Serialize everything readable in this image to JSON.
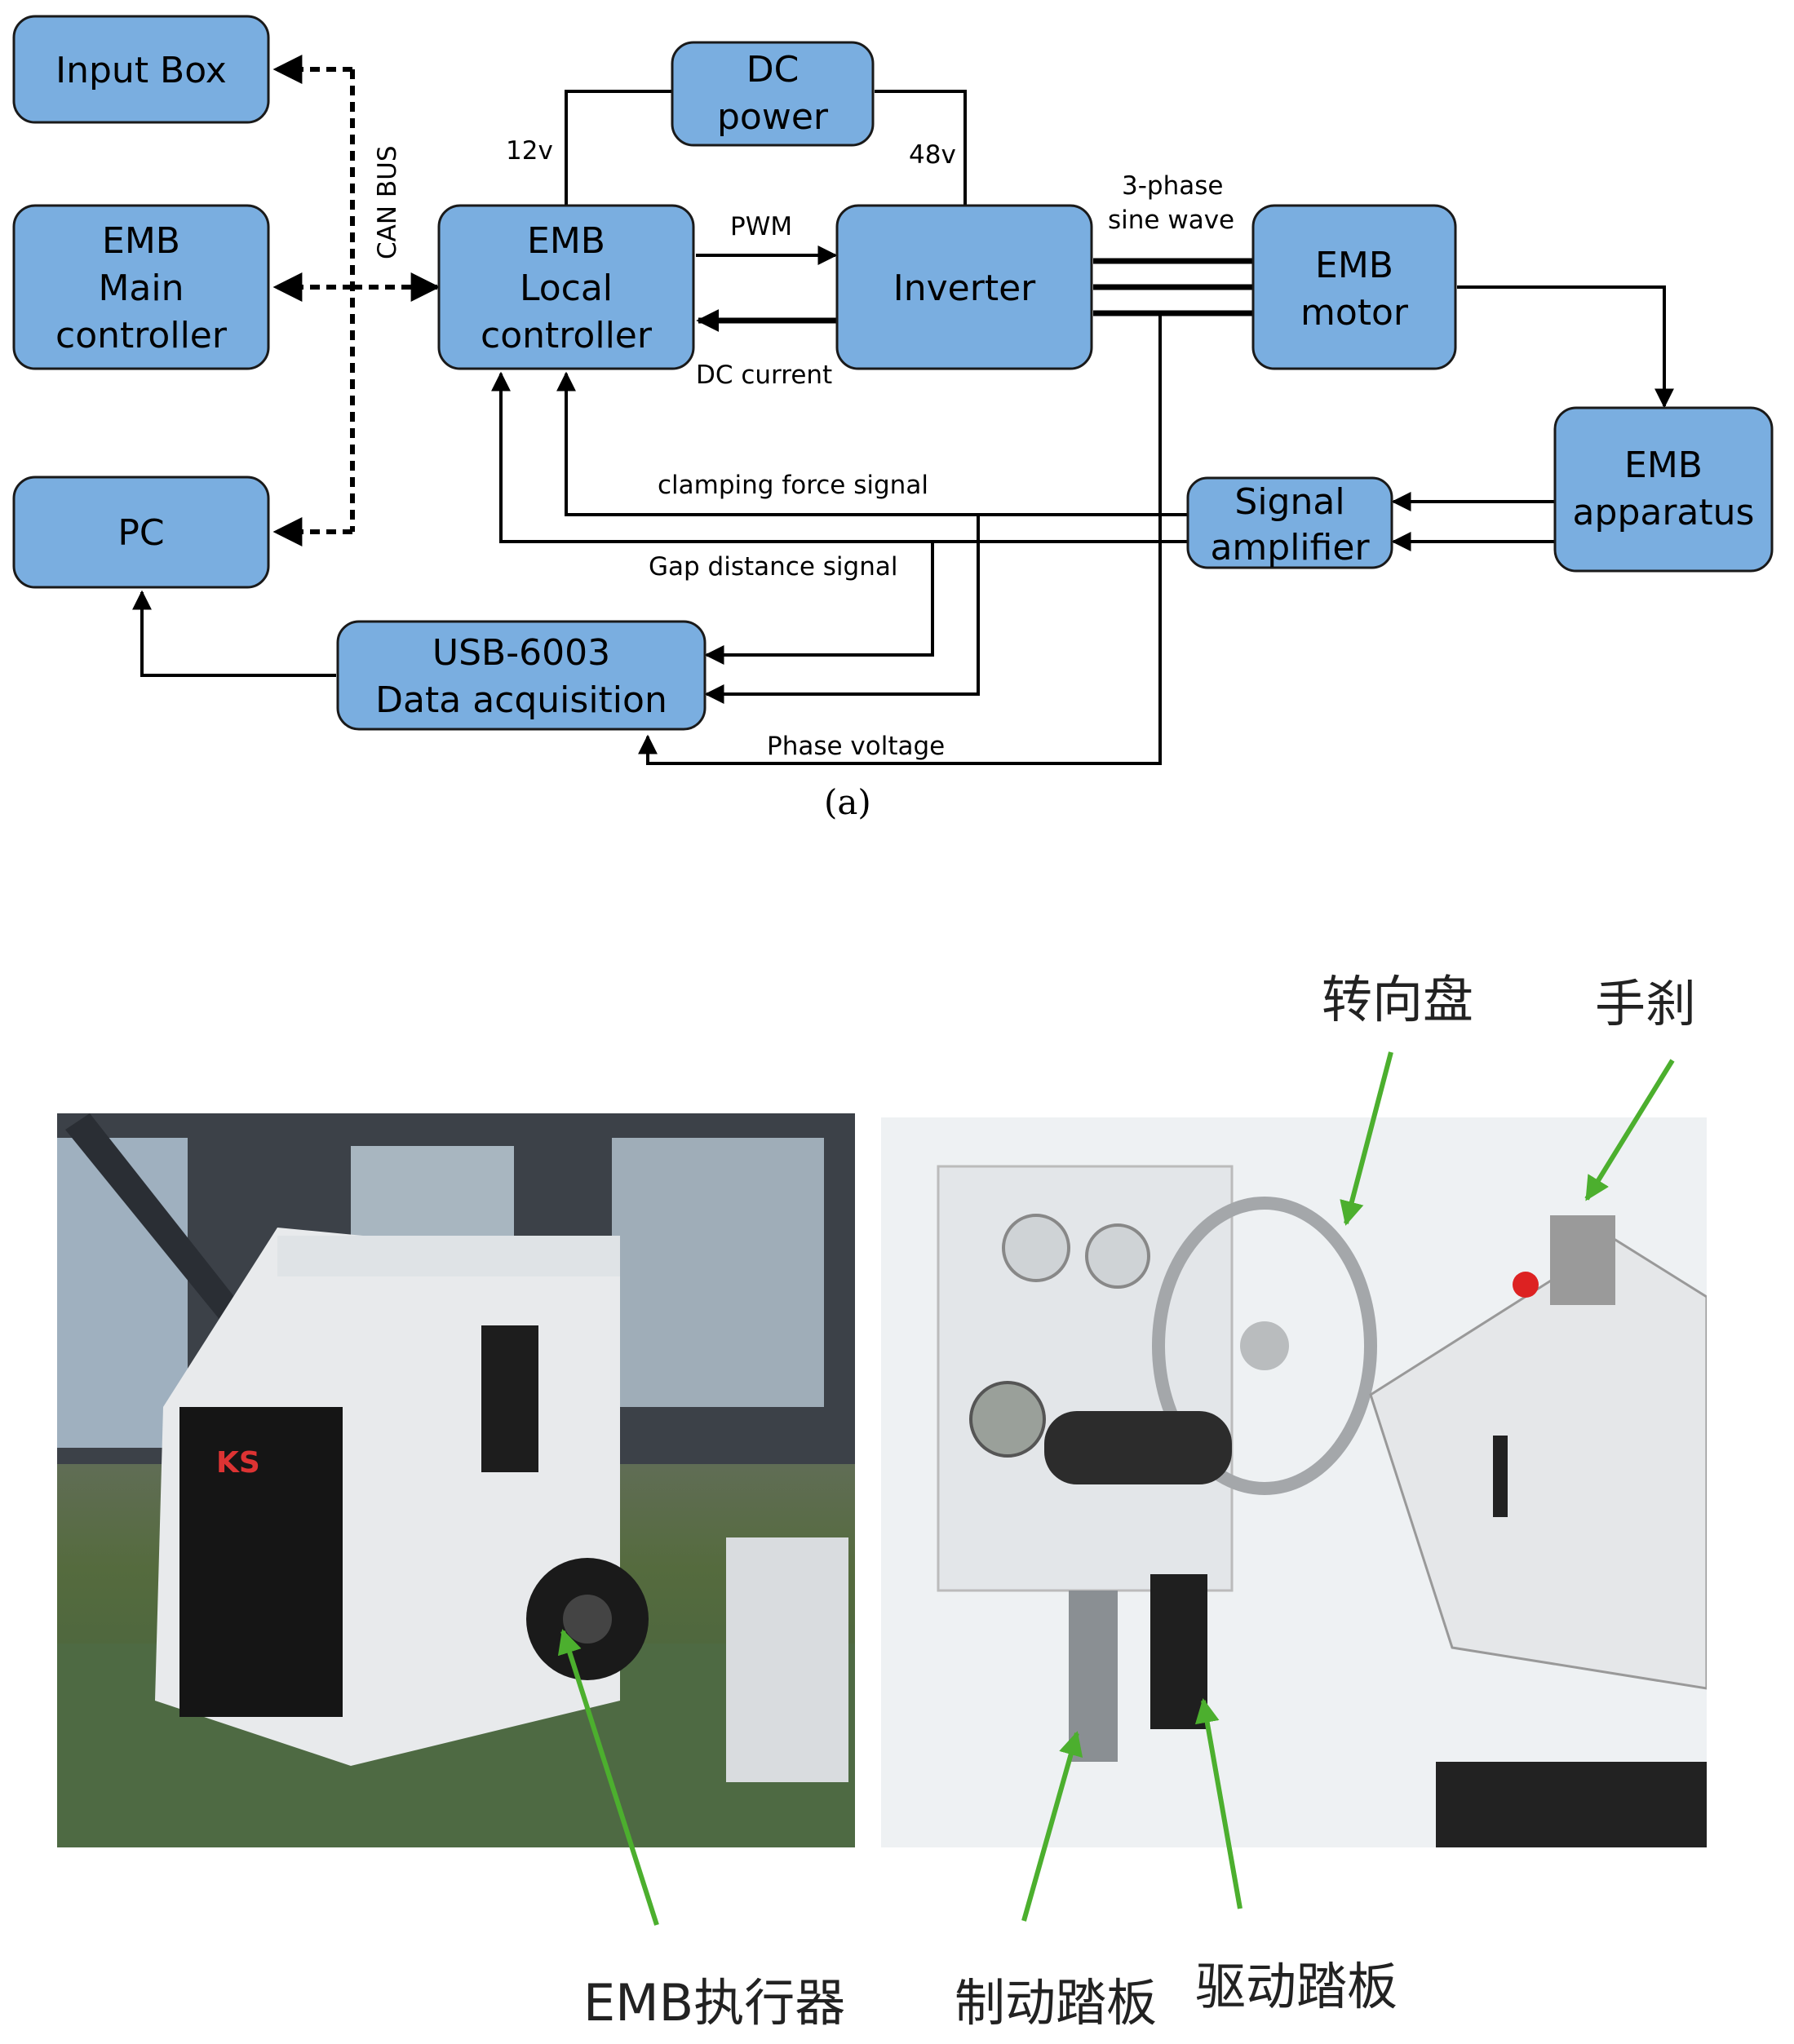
{
  "blocks": {
    "input_box": [
      "Input Box"
    ],
    "emb_main": [
      "EMB",
      "Main",
      "controller"
    ],
    "pc": [
      "PC"
    ],
    "emb_local": [
      "EMB",
      "Local",
      "controller"
    ],
    "dc_power": [
      "DC",
      "power"
    ],
    "inverter": [
      "Inverter"
    ],
    "emb_motor": [
      "EMB",
      "motor"
    ],
    "emb_apparatus": [
      "EMB",
      "apparatus"
    ],
    "signal_amplifier": [
      "Signal",
      "amplifier"
    ],
    "usb_daq": [
      "USB-6003",
      "Data acquisition"
    ]
  },
  "labels": {
    "can_bus": "CAN BUS",
    "v12": "12v",
    "v48": "48v",
    "pwm": "PWM",
    "dc_current": "DC current",
    "three_phase_1": "3-phase",
    "three_phase_2": "sine wave",
    "clamping": "clamping force signal",
    "gap": "Gap distance signal",
    "phase_voltage": "Phase voltage",
    "caption": "(a)"
  },
  "photo_labels": {
    "steering_wheel": "转向盘",
    "hand_brake": "手刹",
    "emb_actuator": "EMB执行器",
    "brake_pedal": "制动踏板",
    "drive_pedal": "驱动踏板"
  },
  "photo_logo": "KS",
  "colors": {
    "block_fill": "#7aaee0",
    "arrow_green": "#4caf2e"
  }
}
